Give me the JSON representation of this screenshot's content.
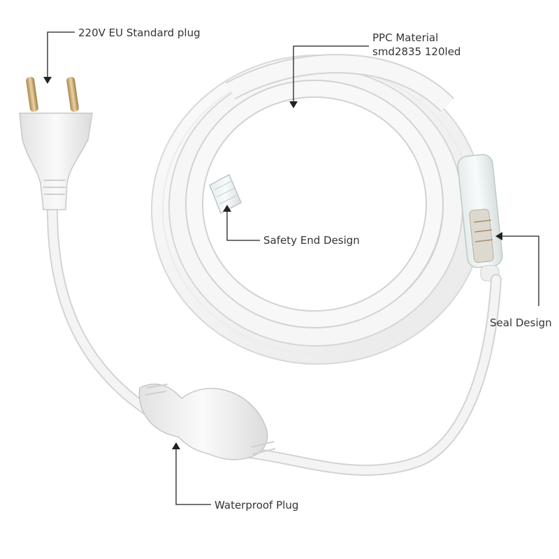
{
  "callouts": {
    "plug": "220V EU Standard plug",
    "material_line1": "PPC Material",
    "material_line2": "smd2835 120led",
    "safety_end": "Safety End Design",
    "seal": "Seal Design",
    "waterproof": "Waterproof Plug"
  },
  "colors": {
    "background": "#ffffff",
    "strip": "#f4f4f4",
    "strip_edge": "#dcdcdc",
    "cable": "#f2f2f2",
    "pins": "#c9a56a",
    "leader_line": "#222222",
    "label_text": "#333333"
  },
  "icons": [
    "eu-plug-icon",
    "led-strip-coil",
    "waterproof-connector-icon",
    "seal-connector-icon",
    "end-cap-icon"
  ]
}
